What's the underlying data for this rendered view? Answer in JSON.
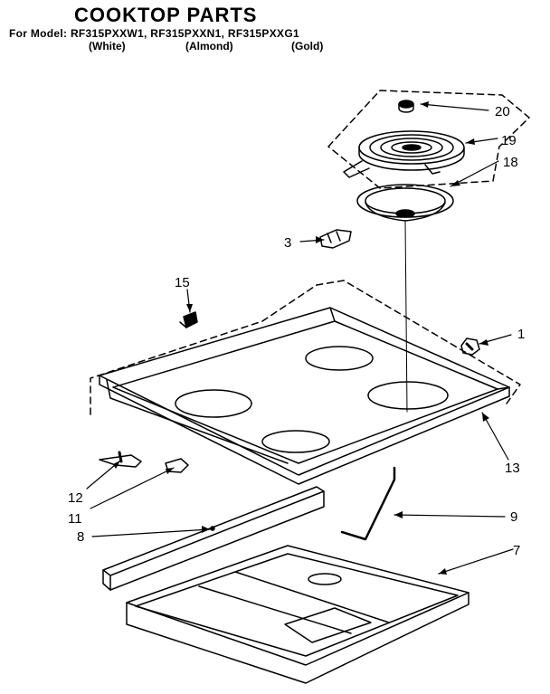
{
  "header": {
    "title": "COOKTOP PARTS",
    "model_line": "For Model: RF315PXXW1, RF315PXXN1, RF315PXXG1",
    "colors": [
      "(White)",
      "(Almond)",
      "(Gold)"
    ]
  },
  "callouts": {
    "p1": "1",
    "p3": "3",
    "p7": "7",
    "p8": "8",
    "p9": "9",
    "p11": "11",
    "p12": "12",
    "p13": "13",
    "p15": "15",
    "p18": "18",
    "p19": "19",
    "p20": "20"
  }
}
